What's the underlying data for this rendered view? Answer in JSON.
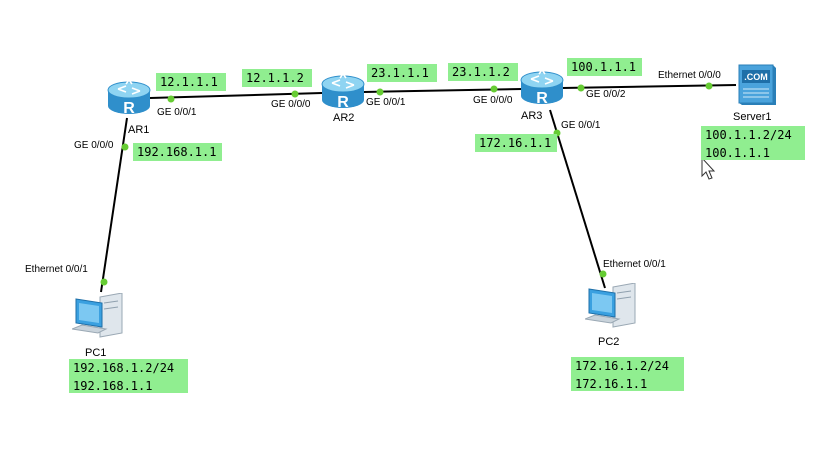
{
  "colors": {
    "link": "#000000",
    "port_dot": "#66cc33",
    "label_bg": "#90ee90",
    "router_body": "#3fa4dc",
    "router_top": "#8fd4f2"
  },
  "devices": {
    "ar1": {
      "name": "AR1",
      "icon": "router-icon"
    },
    "ar2": {
      "name": "AR2",
      "icon": "router-icon"
    },
    "ar3": {
      "name": "AR3",
      "icon": "router-icon"
    },
    "server1": {
      "name": "Server1",
      "icon": "server-icon",
      "badge": ".COM"
    },
    "pc1": {
      "name": "PC1",
      "icon": "pc-icon"
    },
    "pc2": {
      "name": "PC2",
      "icon": "pc-icon"
    }
  },
  "ports": {
    "ar1_ge001": "GE 0/0/1",
    "ar1_ge000": "GE 0/0/0",
    "ar2_ge000": "GE 0/0/0",
    "ar2_ge001": "GE 0/0/1",
    "ar3_ge000": "GE 0/0/0",
    "ar3_ge002": "GE 0/0/2",
    "ar3_ge001": "GE 0/0/1",
    "server_eth": "Ethernet 0/0/0",
    "pc1_eth": "Ethernet 0/0/1",
    "pc2_eth": "Ethernet 0/0/1"
  },
  "addresses": {
    "ar1_ge001": "12.1.1.1",
    "ar2_ge000": "12.1.1.2",
    "ar2_ge001": "23.1.1.1",
    "ar3_ge000": "23.1.1.2",
    "ar3_ge002": "100.1.1.1",
    "ar1_ge000": "192.168.1.1",
    "ar3_ge001": "172.16.1.1",
    "server_ip": "100.1.1.2/24",
    "server_gw": "100.1.1.1",
    "pc1_ip": "192.168.1.2/24",
    "pc1_gw": "192.168.1.1",
    "pc2_ip": "172.16.1.2/24",
    "pc2_gw": "172.16.1.1"
  }
}
